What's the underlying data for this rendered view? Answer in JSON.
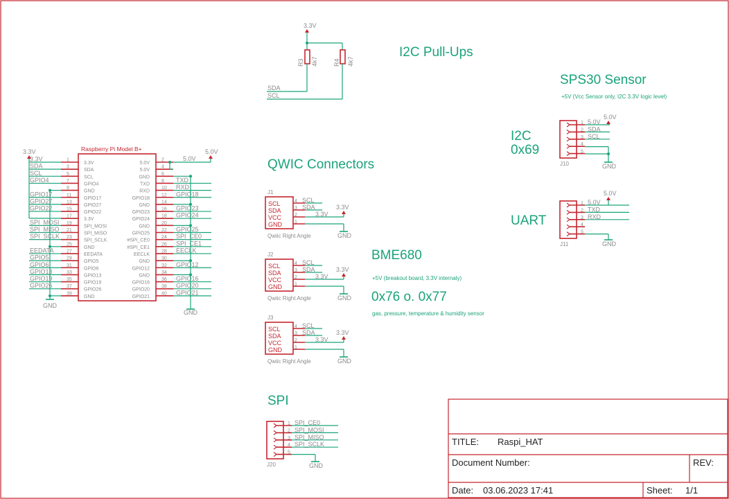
{
  "headings": {
    "i2c_pullups": "I2C Pull-Ups",
    "sps30": "SPS30 Sensor",
    "sps30_note": "+5V (Vcc Sensor only, I2C 3.3V logic level)",
    "i2c_addr_label": "I2C",
    "i2c_addr": "0x69",
    "uart": "UART",
    "qwic": "QWIC Connectors",
    "bme680": "BME680",
    "bme680_note": "+5V (breakout board, 3.3V internaly)",
    "bme680_addr": "0x76 o. 0x77",
    "bme680_desc": "gas, pressure, temperature & humidity sensor",
    "spi": "SPI"
  },
  "pullups": {
    "supply": "3.3V",
    "r3": {
      "ref": "R3",
      "value": "4k7"
    },
    "r4": {
      "ref": "R4",
      "value": "4k7"
    },
    "sda": "SDA",
    "scl": "SCL"
  },
  "raspi": {
    "title": "Raspberry Pi Model B+",
    "supply_left": "3.3V",
    "supply_right": "5.0V",
    "net_5v": "5.0V",
    "gnd": "GND",
    "left_nets": [
      "3.3V",
      "SDA",
      "SCL",
      "GPIO4",
      "",
      "GPIO17",
      "GPIO27",
      "GPIO22",
      "",
      "SPI_MOSI",
      "SPI_MISO",
      "SPI_SCLK",
      "",
      "EEDATA",
      "GPIO5",
      "GPIO6",
      "GPIO13",
      "GPIO19",
      "GPIO26",
      ""
    ],
    "left_pins": [
      "1",
      "3",
      "5",
      "7",
      "9",
      "11",
      "13",
      "15",
      "17",
      "19",
      "21",
      "23",
      "25",
      "27",
      "29",
      "31",
      "33",
      "35",
      "37",
      "39"
    ],
    "left_names": [
      "3.3V",
      "SDA",
      "SCL",
      "GPIO4",
      "GND",
      "GPIO17",
      "GPIO27",
      "GPIO22",
      "3.3V",
      "SPI_MOSI",
      "SPI_MISO",
      "SPI_SCLK",
      "GND",
      "EEDATA",
      "GPIO5",
      "GPIO6",
      "GPIO13",
      "GPIO19",
      "GPIO26",
      "GND"
    ],
    "right_names": [
      "5.0V",
      "5.0V",
      "GND",
      "TXD",
      "RXD",
      "GPIO18",
      "GND",
      "GPIO23",
      "GPIO24",
      "GND",
      "GPIO25",
      "#SPI_CE0",
      "#SPI_CE1",
      "EECLK",
      "GND",
      "GPIO12",
      "GND",
      "GPIO16",
      "GPIO20",
      "GPIO21"
    ],
    "right_pins": [
      "2",
      "4",
      "6",
      "8",
      "10",
      "12",
      "14",
      "16",
      "18",
      "20",
      "22",
      "24",
      "26",
      "28",
      "30",
      "32",
      "34",
      "36",
      "38",
      "40"
    ],
    "right_nets": [
      "",
      "",
      "",
      "TXD",
      "RXD",
      "GPIO18",
      "",
      "GPIO23",
      "GPIO24",
      "",
      "GPIO25",
      "SPI_CE0",
      "SPI_CE1",
      "EECLK",
      "",
      "GPIO12",
      "",
      "GPIO16",
      "GPIO20",
      "GPIO21"
    ]
  },
  "qwic": [
    {
      "ref": "J1",
      "label": "Qwiic Right Angle",
      "pins": [
        "SCL",
        "SDA",
        "VCC",
        "GND"
      ],
      "nums": [
        "4",
        "3",
        "2",
        "1"
      ],
      "nets": [
        "SCL",
        "SDA",
        "3.3V"
      ],
      "supply": "3.3V",
      "gnd": "GND"
    },
    {
      "ref": "J2",
      "label": "Qwiic Right Angle",
      "pins": [
        "SCL",
        "SDA",
        "VCC",
        "GND"
      ],
      "nums": [
        "4",
        "3",
        "2",
        "1"
      ],
      "nets": [
        "SCL",
        "SDA",
        "3.3V"
      ],
      "supply": "3.3V",
      "gnd": "GND"
    },
    {
      "ref": "J3",
      "label": "Qwiic Right Angle",
      "pins": [
        "SCL",
        "SDA",
        "VCC",
        "GND"
      ],
      "nums": [
        "4",
        "3",
        "2",
        "1"
      ],
      "nets": [
        "SCL",
        "SDA",
        "3.3V"
      ],
      "supply": "3.3V",
      "gnd": "GND"
    }
  ],
  "j10": {
    "ref": "J10",
    "supply": "5.0V",
    "nums": [
      "1",
      "2",
      "3",
      "4",
      "5"
    ],
    "nets": [
      "5.0V",
      "SDA",
      "SCL",
      "",
      ""
    ],
    "gnd": "GND"
  },
  "j11": {
    "ref": "J11",
    "supply": "5.0V",
    "nums": [
      "1",
      "2",
      "3",
      "4",
      "5"
    ],
    "nets": [
      "5.0V",
      "TXD",
      "RXD",
      "",
      ""
    ],
    "gnd": "GND"
  },
  "j20": {
    "ref": "J20",
    "nums": [
      "1",
      "2",
      "3",
      "4",
      "5"
    ],
    "nets": [
      "SPI_CE0",
      "SPI_MOSI",
      "SPI_MISO",
      "SPI_SCLK",
      ""
    ],
    "gnd": "GND"
  },
  "title_block": {
    "title_label": "TITLE:",
    "title": "Raspi_HAT",
    "docnum_label": "Document Number:",
    "rev_label": "REV:",
    "date_label": "Date:",
    "date": "03.06.2023 17:41",
    "sheet_label": "Sheet:",
    "sheet": "1/1"
  }
}
